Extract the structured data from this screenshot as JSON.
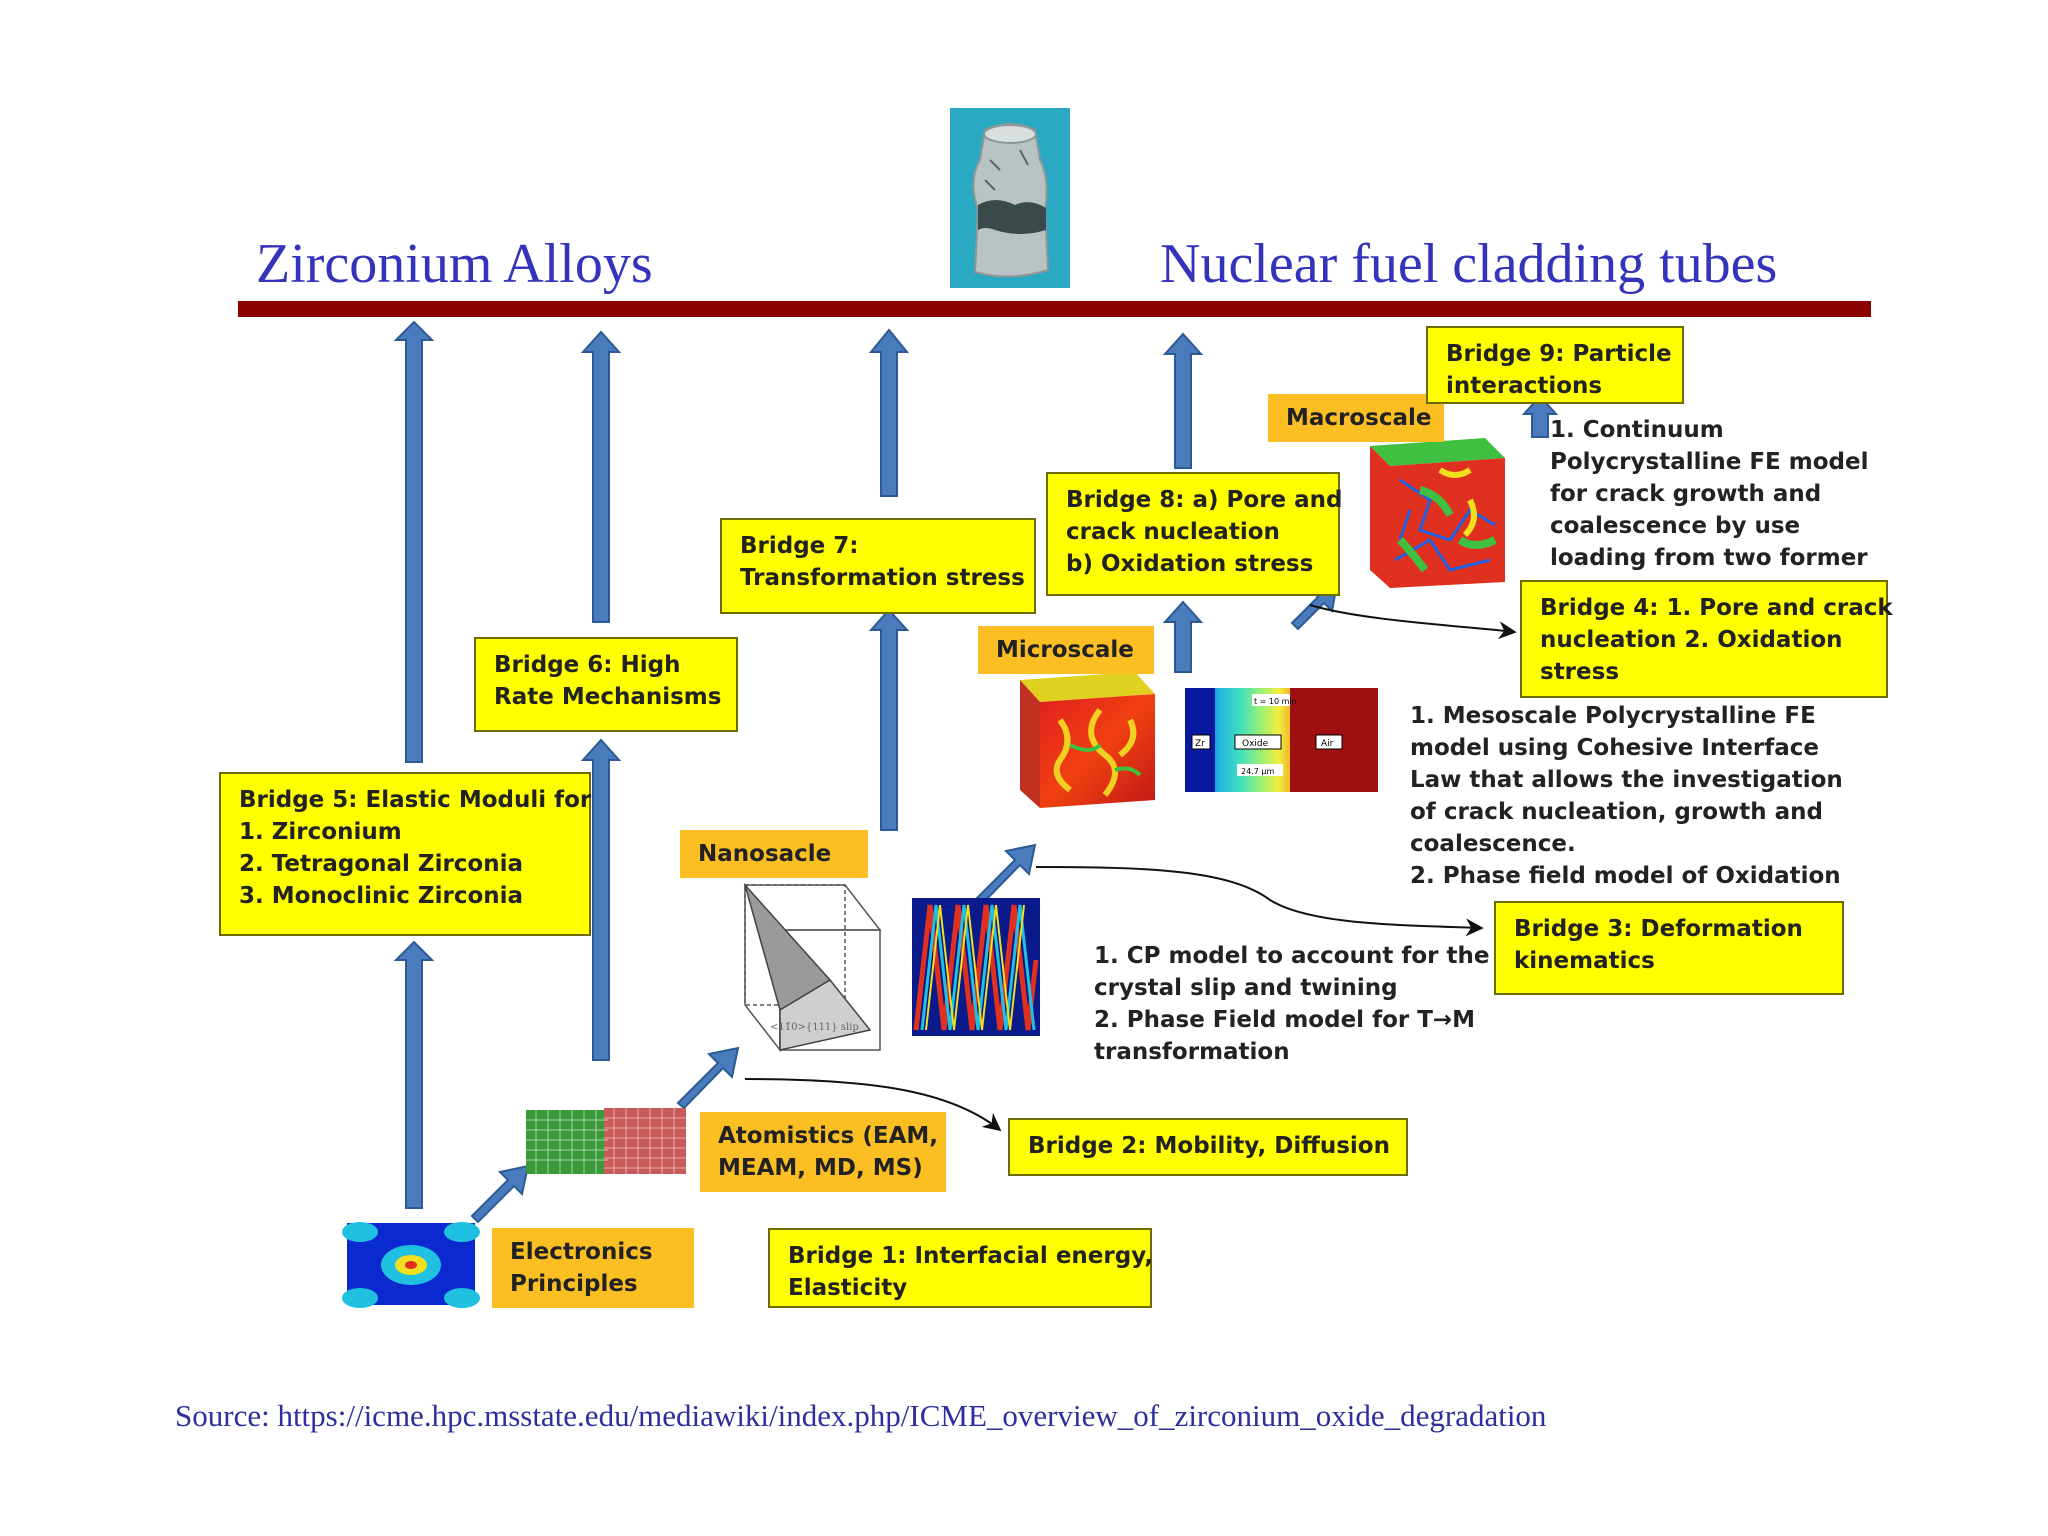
{
  "header": {
    "left_title": "Zirconium Alloys",
    "right_title": "Nuclear fuel cladding tubes"
  },
  "source": "Source: https://icme.hpc.msstate.edu/mediawiki/index.php/ICME_overview_of_zirconium_oxide_degradation",
  "tags": {
    "electronics": [
      "Electronics",
      "Principles"
    ],
    "atomistics": [
      "Atomistics (EAM,",
      "MEAM, MD, MS)"
    ],
    "nanoscale": "Nanosacle",
    "microscale": "Microscale",
    "macroscale": "Macroscale"
  },
  "bridges": {
    "b1": [
      "Bridge 1: Interfacial energy,",
      "Elasticity"
    ],
    "b2": [
      "Bridge 2: Mobility, Diffusion"
    ],
    "b3": [
      "Bridge 3: Deformation",
      "kinematics"
    ],
    "b4": [
      "Bridge 4: 1. Pore and crack",
      "nucleation 2. Oxidation",
      "stress"
    ],
    "b5": [
      "Bridge 5: Elastic Moduli for",
      "1. Zirconium",
      "2. Tetragonal Zirconia",
      "3. Monoclinic Zirconia"
    ],
    "b6": [
      "Bridge 6: High",
      "Rate Mechanisms"
    ],
    "b7": [
      "Bridge 7:",
      "Transformation stress"
    ],
    "b8": [
      "Bridge 8: a) Pore and",
      "crack nucleation",
      "b) Oxidation stress"
    ],
    "b9": [
      "Bridge 9: Particle",
      "interactions"
    ]
  },
  "notes": {
    "cp": [
      "1. CP model to account for the",
      "crystal slip and twining",
      "2. Phase Field model for T→M",
      "transformation"
    ],
    "meso": [
      "1. Mesoscale Polycrystalline FE",
      "model using Cohesive Interface",
      "Law that allows the investigation",
      "of crack nucleation, growth and",
      "coalescence.",
      "2. Phase field model of Oxidation"
    ],
    "continuum": [
      "1. Continuum",
      "Polycrystalline FE model",
      "for crack  growth and",
      "coalescence by use",
      "loading from two former"
    ]
  },
  "figure_labels": {
    "oxide_zr": "Zr",
    "oxide_oxide": "Oxide",
    "oxide_air": "Air",
    "oxide_time": "t = 10 min",
    "oxide_thickness": "24.7 µm"
  },
  "colors": {
    "title": "#3333bb",
    "bar": "#8b0000",
    "arrow": "#4a7bbd",
    "bridge_box": "#ffff00",
    "scale_tag": "#fbbf24"
  }
}
